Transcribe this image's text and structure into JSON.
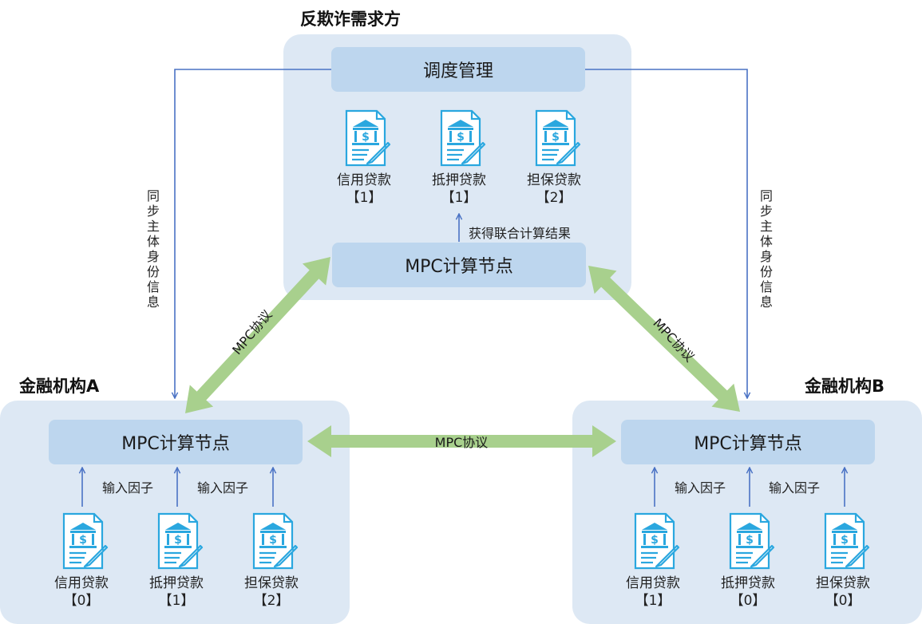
{
  "colors": {
    "panel_bg": "#dde8f4",
    "node_bg": "#bdd6ee",
    "icon_blue": "#2aa7df",
    "connector_blue": "#4a72c4",
    "protocol_green": "#a8d08d"
  },
  "top": {
    "heading": "反欺诈需求方",
    "scheduler": "调度管理",
    "mpc_node": "MPC计算节点",
    "result_note": "获得联合计算结果",
    "docs": [
      {
        "icon": "bank-contract-icon",
        "label": "信用贷款",
        "count": "【1】"
      },
      {
        "icon": "bank-contract-icon",
        "label": "抵押贷款",
        "count": "【1】"
      },
      {
        "icon": "bank-contract-icon",
        "label": "担保贷款",
        "count": "【2】"
      }
    ]
  },
  "left": {
    "heading": "金融机构A",
    "mpc_node": "MPC计算节点",
    "input_notes": [
      "输入因子",
      "输入因子"
    ],
    "docs": [
      {
        "icon": "bank-contract-icon",
        "label": "信用贷款",
        "count": "【0】"
      },
      {
        "icon": "bank-contract-icon",
        "label": "抵押贷款",
        "count": "【1】"
      },
      {
        "icon": "bank-contract-icon",
        "label": "担保贷款",
        "count": "【2】"
      }
    ]
  },
  "right": {
    "heading": "金融机构B",
    "mpc_node": "MPC计算节点",
    "input_notes": [
      "输入因子",
      "输入因子"
    ],
    "docs": [
      {
        "icon": "bank-contract-icon",
        "label": "信用贷款",
        "count": "【1】"
      },
      {
        "icon": "bank-contract-icon",
        "label": "抵押贷款",
        "count": "【0】"
      },
      {
        "icon": "bank-contract-icon",
        "label": "担保贷款",
        "count": "【0】"
      }
    ]
  },
  "connectors": {
    "sync_left": "同步主体身份信息",
    "sync_right": "同步主体身份信息",
    "protocol_left": "MPC协议",
    "protocol_right": "MPC协议",
    "protocol_bottom": "MPC协议"
  }
}
